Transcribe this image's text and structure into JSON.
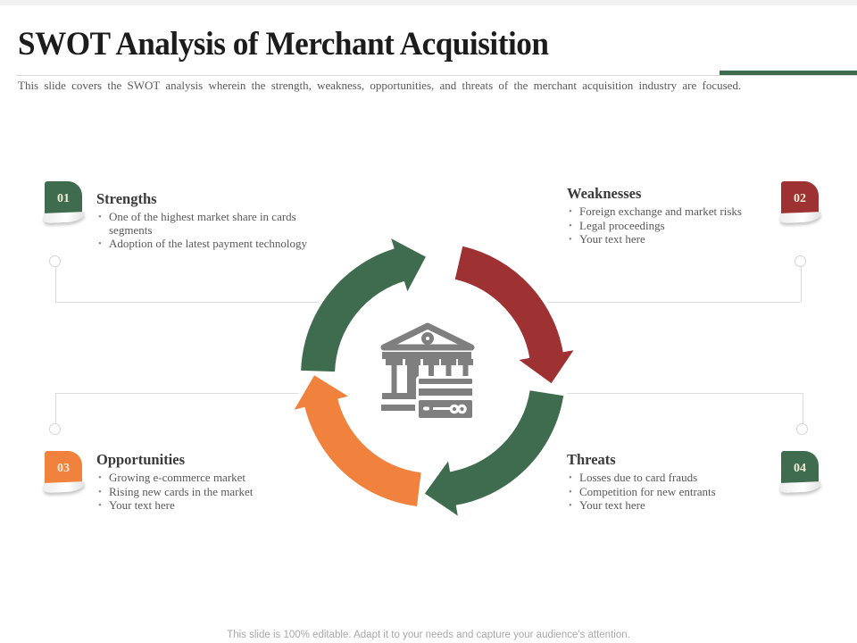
{
  "slide": {
    "title": "SWOT Analysis of Merchant Acquisition",
    "subtitle": "This slide covers the SWOT analysis wherein the strength, weakness, opportunities, and threats of the merchant acquisition industry are focused.",
    "footer": "This slide is 100% editable. Adapt it to your needs and capture your audience's attention."
  },
  "colors": {
    "green": "#3F6C4F",
    "red": "#9E3132",
    "orange": "#F0823E",
    "icon_gray": "#7F7F7F",
    "line_gray": "#DCDCDC",
    "badge_text": "#F2EBD8"
  },
  "quadrants": [
    {
      "number": "01",
      "title": "Strengths",
      "color": "#3F6C4F",
      "bullets": [
        "One of the highest market share in cards segments",
        "Adoption of the latest payment technology"
      ]
    },
    {
      "number": "02",
      "title": "Weaknesses",
      "color": "#9E3132",
      "bullets": [
        "Foreign exchange and market risks",
        "Legal proceedings",
        "Your text here"
      ]
    },
    {
      "number": "03",
      "title": "Opportunities",
      "color": "#F0823E",
      "bullets": [
        "Growing e-commerce market",
        "Rising new cards in the market",
        "Your text here"
      ]
    },
    {
      "number": "04",
      "title": "Threats",
      "color": "#3F6C4F",
      "bullets": [
        "Losses due to card frauds",
        "Competition for new entrants",
        "Your text here"
      ]
    }
  ],
  "center_icon": "bank-building-with-credit-card"
}
